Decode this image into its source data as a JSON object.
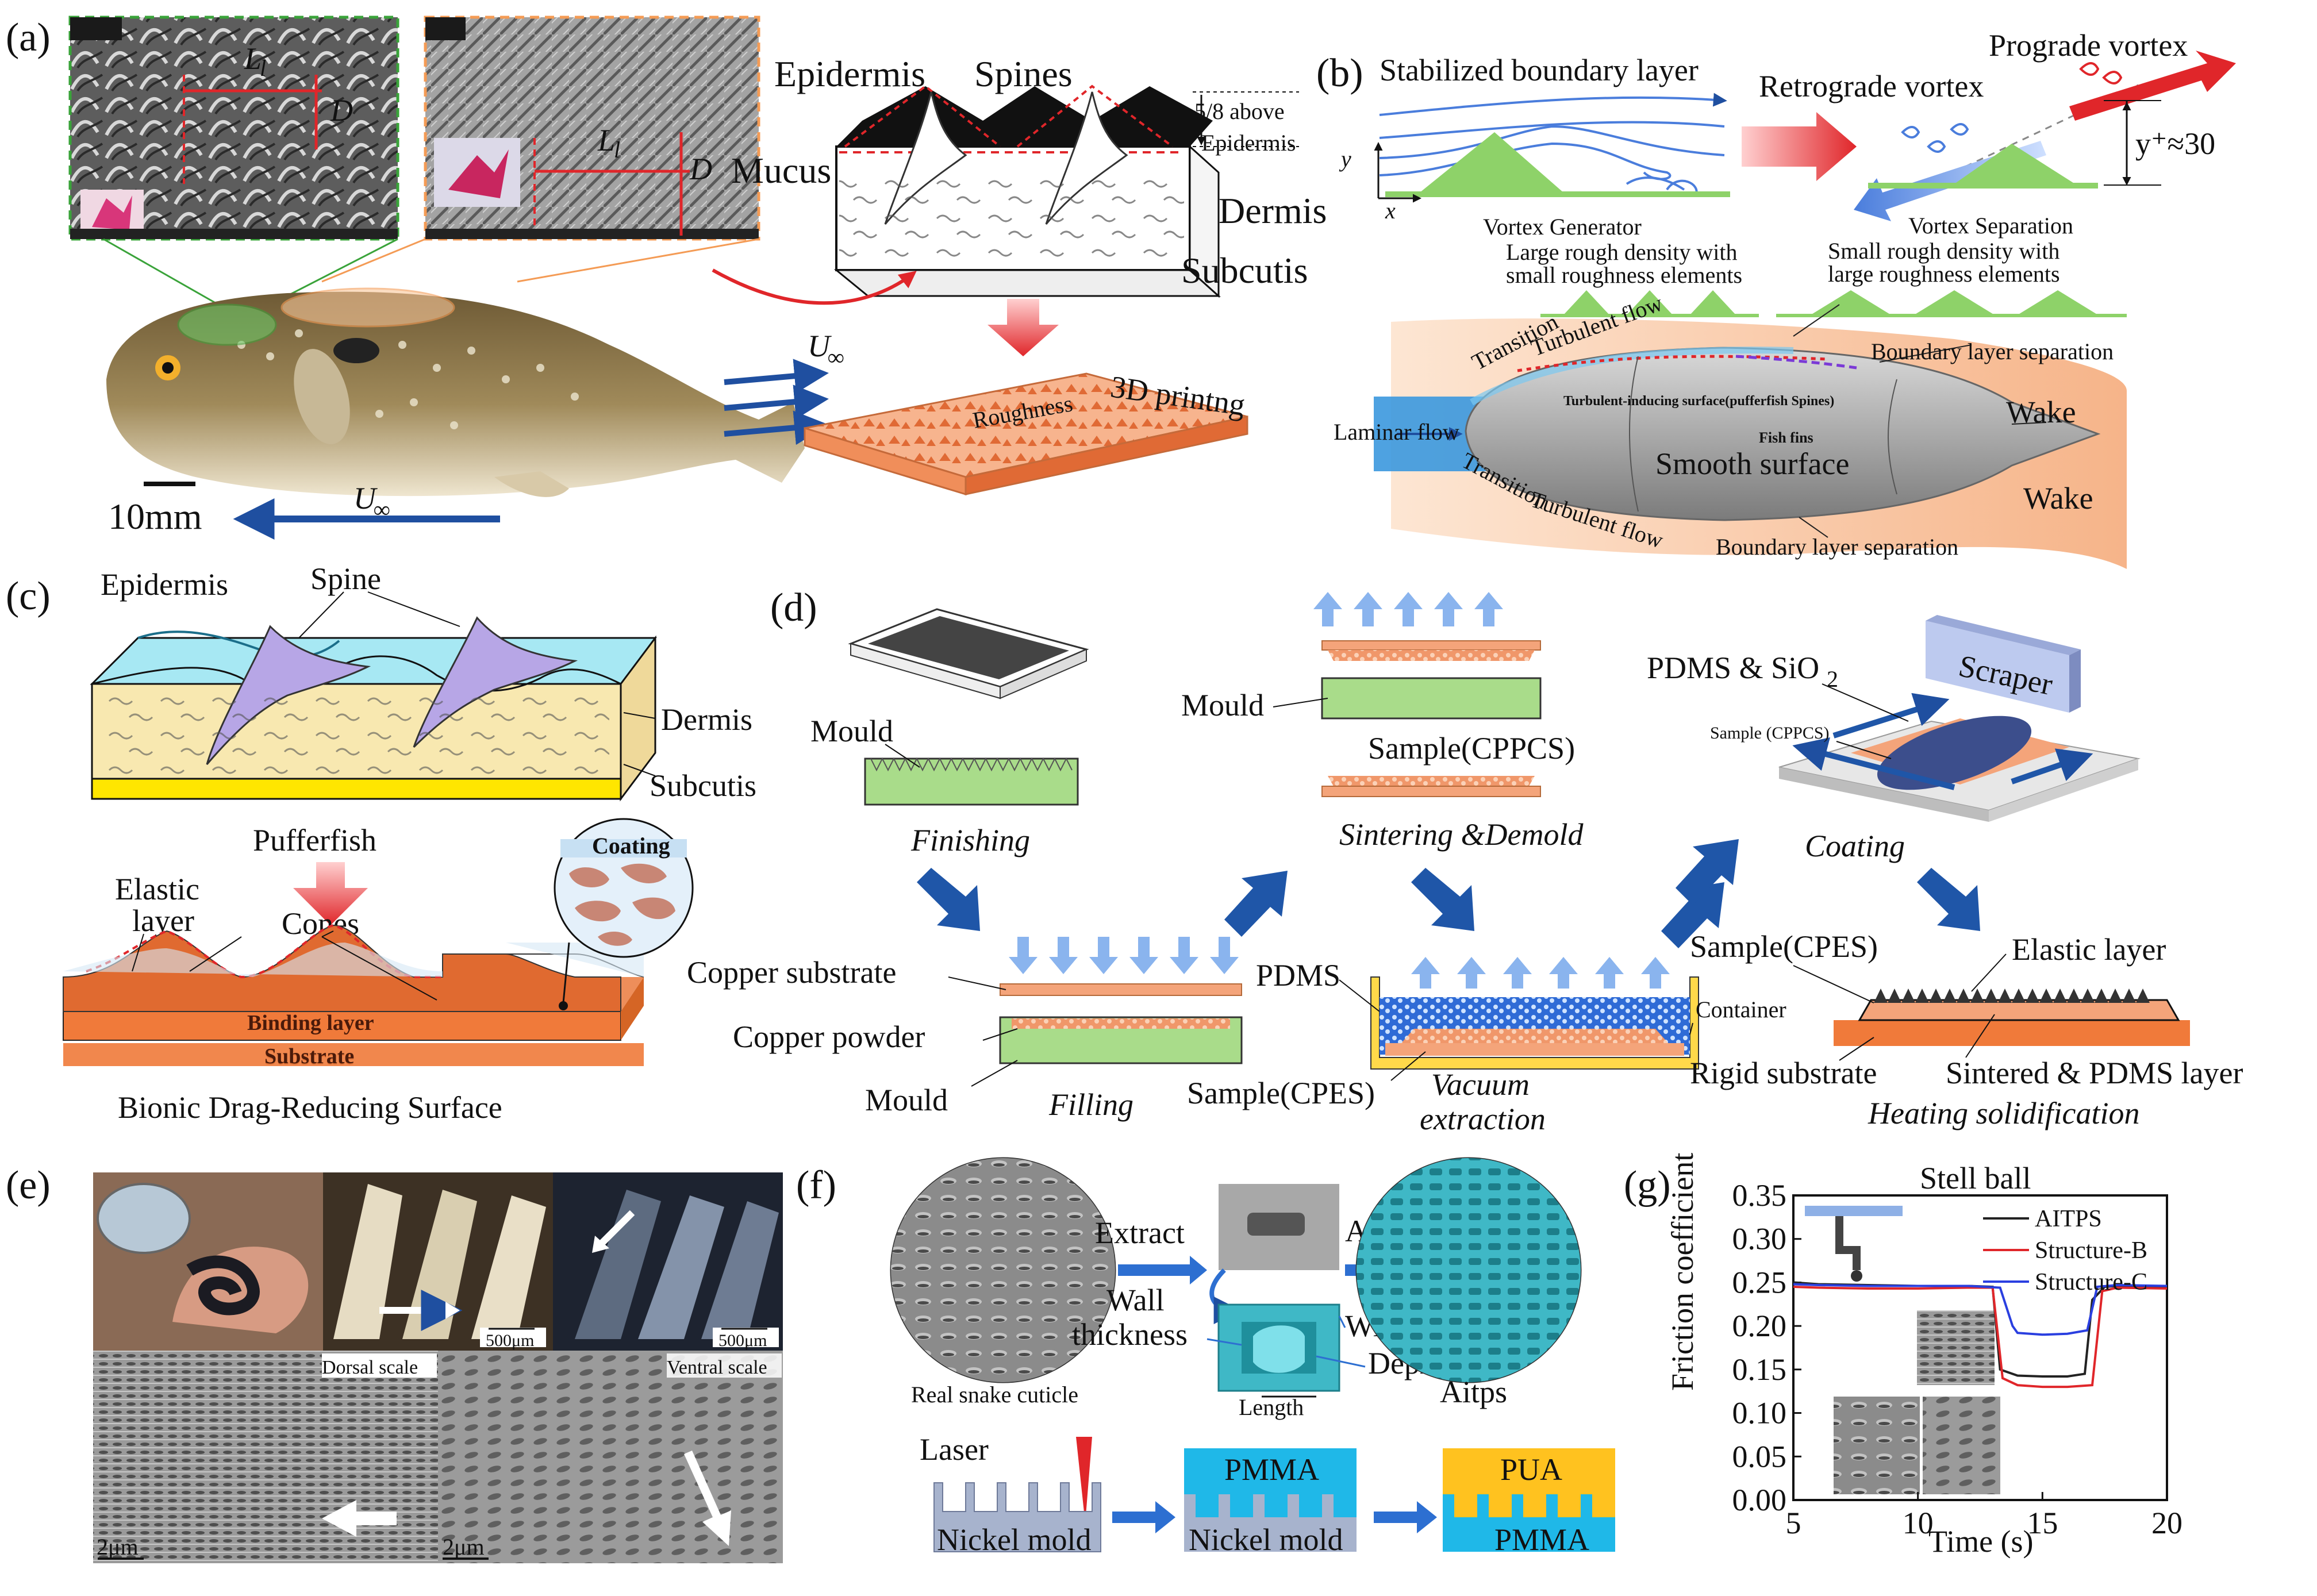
{
  "panels": {
    "a": {
      "letter": "(a)",
      "sem_labels": [
        "L",
        "l",
        "D",
        "L",
        "l",
        "D"
      ],
      "scale": "10mm",
      "flow": "U",
      "flow_sub": "∞",
      "layers": [
        "Epidermis",
        "Spines",
        "Mucus",
        "Dermis",
        "Subcutis"
      ],
      "note_line1": "5/8 above",
      "note_line2": "Epidermis",
      "plate_label": "Roughness",
      "print_label": "3D printng"
    },
    "b": {
      "letter": "(b)",
      "stabilized": "Stabilized boundary layer",
      "retrograde": "Retrograde vortex",
      "prograde": "Prograde vortex",
      "yplus": "y⁺≈30",
      "axis_y": "y",
      "axis_x": "x",
      "vortex_generator": "Vortex Generator",
      "vortex_separation": "Vortex Separation",
      "large_rough_1": "Large rough density with",
      "large_rough_2": "small roughness elements",
      "small_rough_1": "Small rough density with",
      "small_rough_2": "large roughness elements",
      "turbulent_top": "Turbulent flow",
      "transition": "Transition",
      "boundary_sep": "Boundary layer separation",
      "spines_surface": "Turbulent-inducing surface(pufferfish Spines)",
      "laminar": "Laminar flow",
      "fish_fins": "Fish fins",
      "smooth": "Smooth surface",
      "wake": "Wake"
    },
    "c": {
      "letter": "(c)",
      "epidermis": "Epidermis",
      "spine": "Spine",
      "dermis": "Dermis",
      "subcutis": "Subcutis",
      "pufferfish": "Pufferfish",
      "elastic_1": "Elastic",
      "elastic_2": "layer",
      "cones": "Cones",
      "coating": "Coating",
      "binding": "Binding layer",
      "substrate": "Substrate",
      "caption": "Bionic Drag-Reducing Surface"
    },
    "d": {
      "letter": "(d)",
      "mould": "Mould",
      "finishing": "Finishing",
      "copper_substrate": "Copper substrate",
      "copper_powder": "Copper powder",
      "filling": "Filling",
      "sample_cppcs": "Sample(CPPCS)",
      "sintering": "Sintering &Demold",
      "pdms": "PDMS",
      "container": "Container",
      "sample_cpes": "Sample(CPES)",
      "vacuum_1": "Vacuum",
      "vacuum_2": "extraction",
      "pdms_sio2": "PDMS & SiO",
      "pdms_sio2_sub": "2",
      "scraper": "Scraper",
      "sample_cppcs_small": "Sample (CPPCS)",
      "coating": "Coating",
      "sample_cpes2": "Sample(CPES)",
      "elastic_layer": "Elastic layer",
      "rigid": "Rigid substrate",
      "sintered": "Sintered & PDMS layer",
      "heating": "Heating solidification"
    },
    "e": {
      "letter": "(e)",
      "scale_500a": "500μm",
      "scale_500b": "500μm",
      "dorsal": "Dorsal scale",
      "ventral": "Ventral scale",
      "scale_2a": "2μm",
      "scale_2b": "2μm"
    },
    "f": {
      "letter": "(f)",
      "extract": "Extract",
      "array": "Array",
      "wall_1": "Wall",
      "wall_2": "thickness",
      "width": "Width",
      "deph": "Deph",
      "length": "Length",
      "real_snake": "Real snake cuticle",
      "aitps": "Aitps",
      "laser": "Laser",
      "nickel_mold": "Nickel mold",
      "pmma": "PMMA",
      "pua": "PUA"
    }
  },
  "chart_data": {
    "type": "line",
    "panel": "(g)",
    "title": "Stell ball",
    "xlabel": "Time (s)",
    "ylabel": "Friction coefficient",
    "xlim": [
      5,
      20
    ],
    "ylim": [
      0.0,
      0.35
    ],
    "xticks": [
      "5",
      "10",
      "15",
      "20"
    ],
    "yticks": [
      "0.00",
      "0.05",
      "0.10",
      "0.15",
      "0.20",
      "0.25",
      "0.30",
      "0.35"
    ],
    "legend": "top-right",
    "series": [
      {
        "name": "AITPS",
        "color": "#222222",
        "x": [
          5,
          6,
          8,
          10,
          12,
          13.0,
          13.3,
          14,
          15,
          16,
          16.7,
          17.0,
          17.5,
          18,
          20
        ],
        "y": [
          0.25,
          0.248,
          0.247,
          0.246,
          0.246,
          0.245,
          0.15,
          0.143,
          0.142,
          0.142,
          0.145,
          0.23,
          0.245,
          0.246,
          0.245
        ]
      },
      {
        "name": "Structure-B",
        "color": "#e0262a",
        "x": [
          5,
          6,
          8,
          10,
          12,
          13.0,
          13.4,
          14,
          15,
          16,
          17.0,
          17.4,
          18,
          20
        ],
        "y": [
          0.245,
          0.244,
          0.243,
          0.243,
          0.244,
          0.244,
          0.14,
          0.132,
          0.13,
          0.13,
          0.132,
          0.24,
          0.244,
          0.243
        ]
      },
      {
        "name": "Structure-C",
        "color": "#2a3fe0",
        "x": [
          5,
          6,
          8,
          10,
          12,
          13.3,
          13.8,
          14,
          15,
          16,
          16.8,
          17.2,
          18,
          20
        ],
        "y": [
          0.248,
          0.247,
          0.246,
          0.246,
          0.246,
          0.244,
          0.2,
          0.192,
          0.19,
          0.191,
          0.195,
          0.245,
          0.247,
          0.246
        ]
      }
    ]
  },
  "colors": {
    "flow_blue": "#1f4fa0",
    "arrow_red": "#e0262a",
    "plate_orange": "#f4a47a",
    "skin_cyan": "#a7e8f3",
    "dermis_yellow": "#f8e8b0",
    "subcutis_yellow": "#ffe600",
    "spine_purple": "#b7a6e6",
    "mould_green": "#a9dc8a",
    "copper": "#f0976a",
    "pmma_cyan": "#1fb8e8",
    "pua_yellow": "#ffc21f",
    "nickel_gray": "#a7b3cd",
    "wake_peach": "#f9c9a4"
  }
}
